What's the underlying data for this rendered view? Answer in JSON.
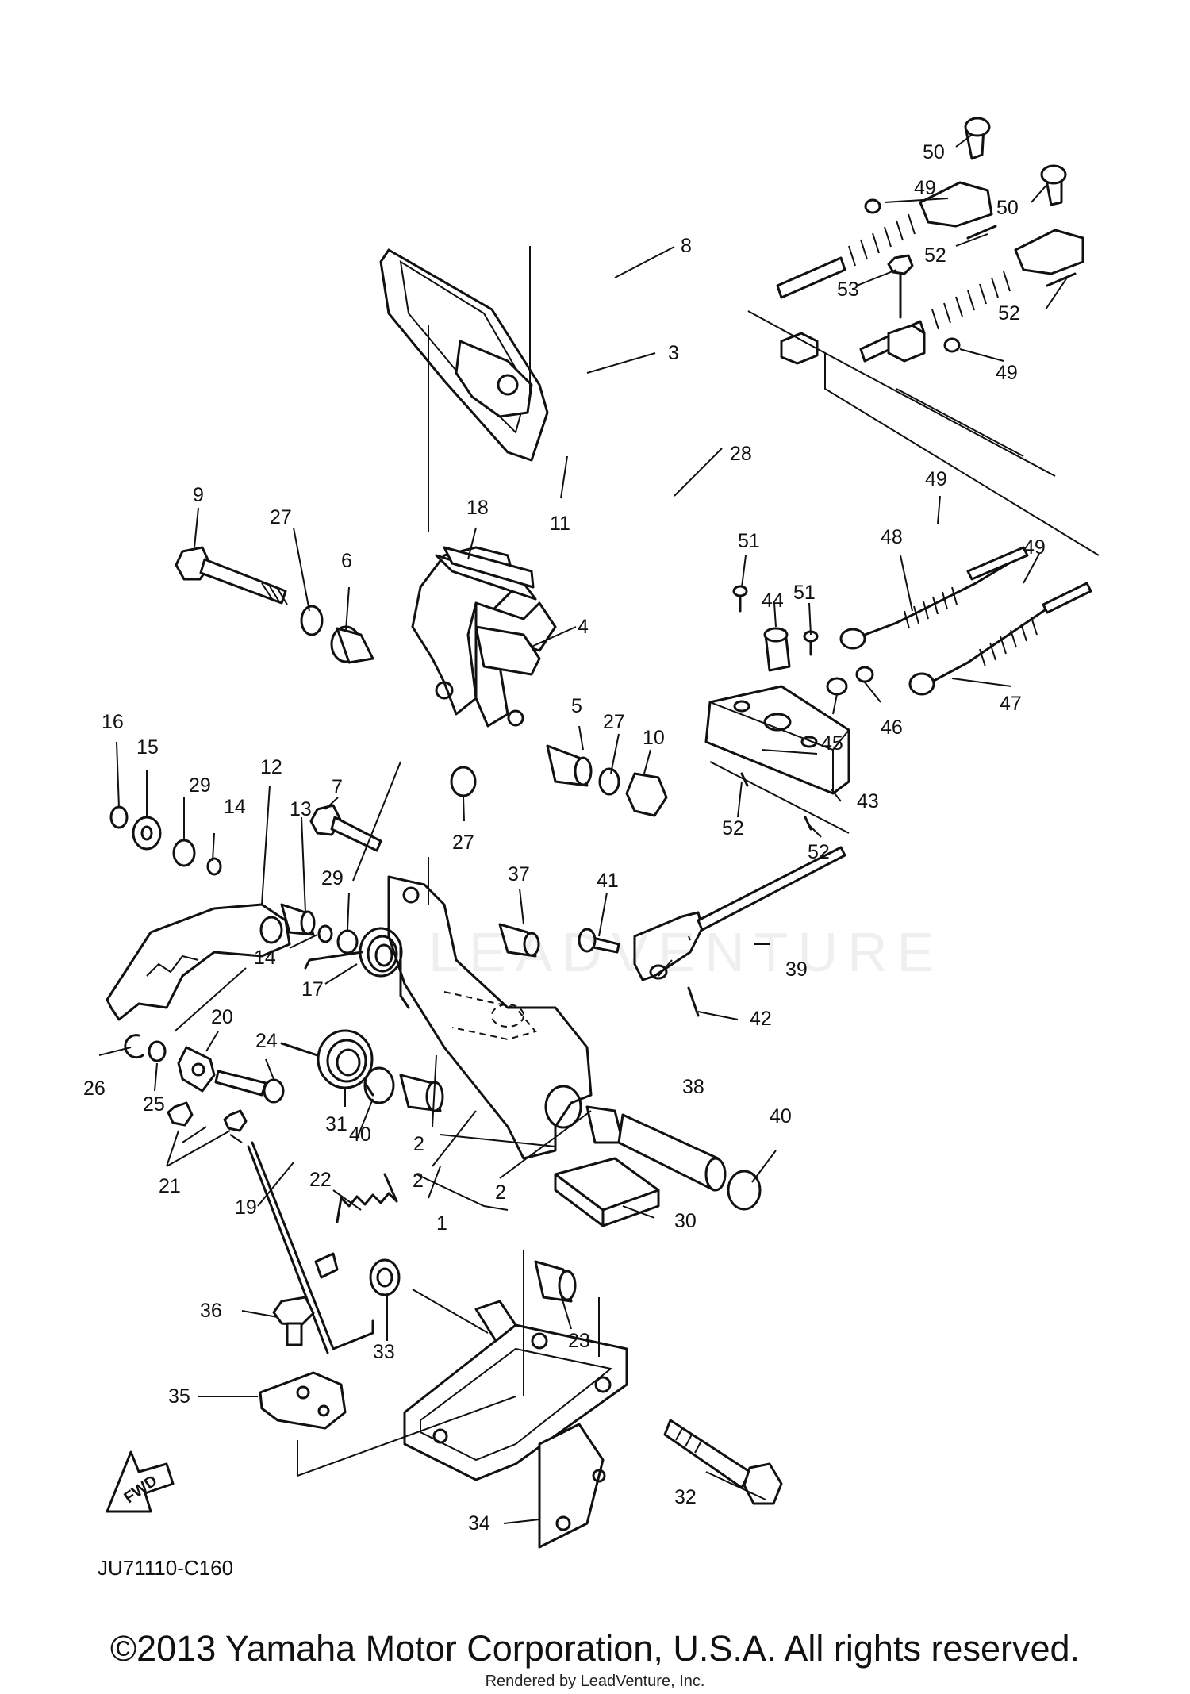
{
  "diagram_code": "JU71110-C160",
  "fwd_label": "FWD",
  "watermark": "LEADVENTURE",
  "copyright": "©2013 Yamaha Motor Corporation, U.S.A. All rights reserved.",
  "rendered_by": "Rendered by LeadVenture, Inc.",
  "callouts": [
    "1",
    "2",
    "2",
    "2",
    "3",
    "4",
    "5",
    "6",
    "7",
    "8",
    "9",
    "10",
    "11",
    "12",
    "13",
    "14",
    "14",
    "15",
    "16",
    "17",
    "18",
    "19",
    "20",
    "21",
    "22",
    "23",
    "24",
    "25",
    "26",
    "27",
    "27",
    "27",
    "28",
    "29",
    "29",
    "30",
    "31",
    "32",
    "33",
    "34",
    "35",
    "36",
    "37",
    "38",
    "39",
    "40",
    "40",
    "41",
    "42",
    "43",
    "44",
    "45",
    "46",
    "47",
    "48",
    "49",
    "49",
    "49",
    "49",
    "50",
    "50",
    "51",
    "51",
    "52",
    "52",
    "52",
    "52",
    "53"
  ]
}
